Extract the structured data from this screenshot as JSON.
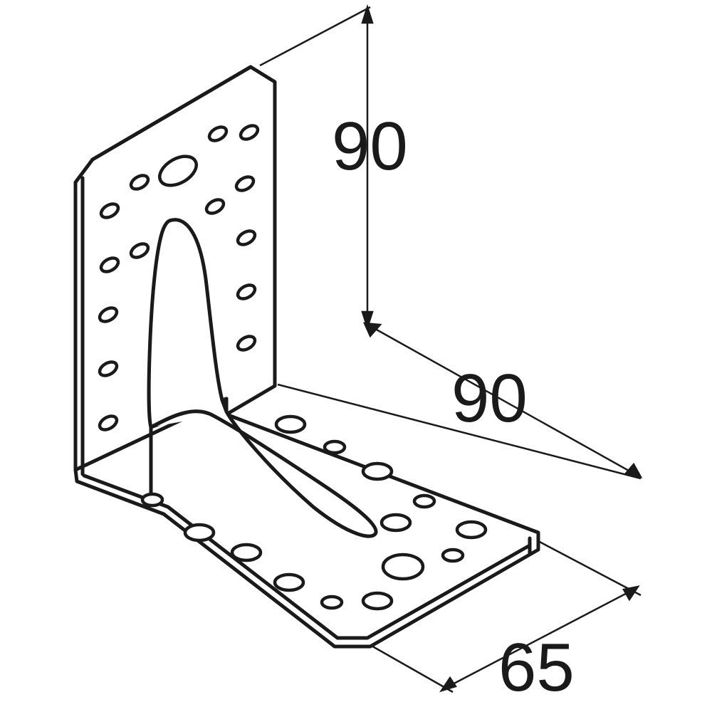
{
  "drawing": {
    "title": "angle-bracket-technical-drawing",
    "object_name": "reinforced angle bracket",
    "line_color": "#1a1a1a",
    "fill_color": "#ffffff",
    "background": "#ffffff",
    "projection": "isometric"
  },
  "dimensions": {
    "height": "90",
    "depth": "90",
    "width": "65",
    "unit_shown": false
  },
  "chart_data": {
    "type": "diagram",
    "title": "Angle bracket dimensioned isometric view",
    "annotations": [
      {
        "name": "vertical-height",
        "value": "90",
        "orientation": "vertical"
      },
      {
        "name": "horizontal-depth",
        "value": "90",
        "orientation": "diagonal"
      },
      {
        "name": "plate-width",
        "value": "65",
        "orientation": "diagonal"
      }
    ]
  }
}
